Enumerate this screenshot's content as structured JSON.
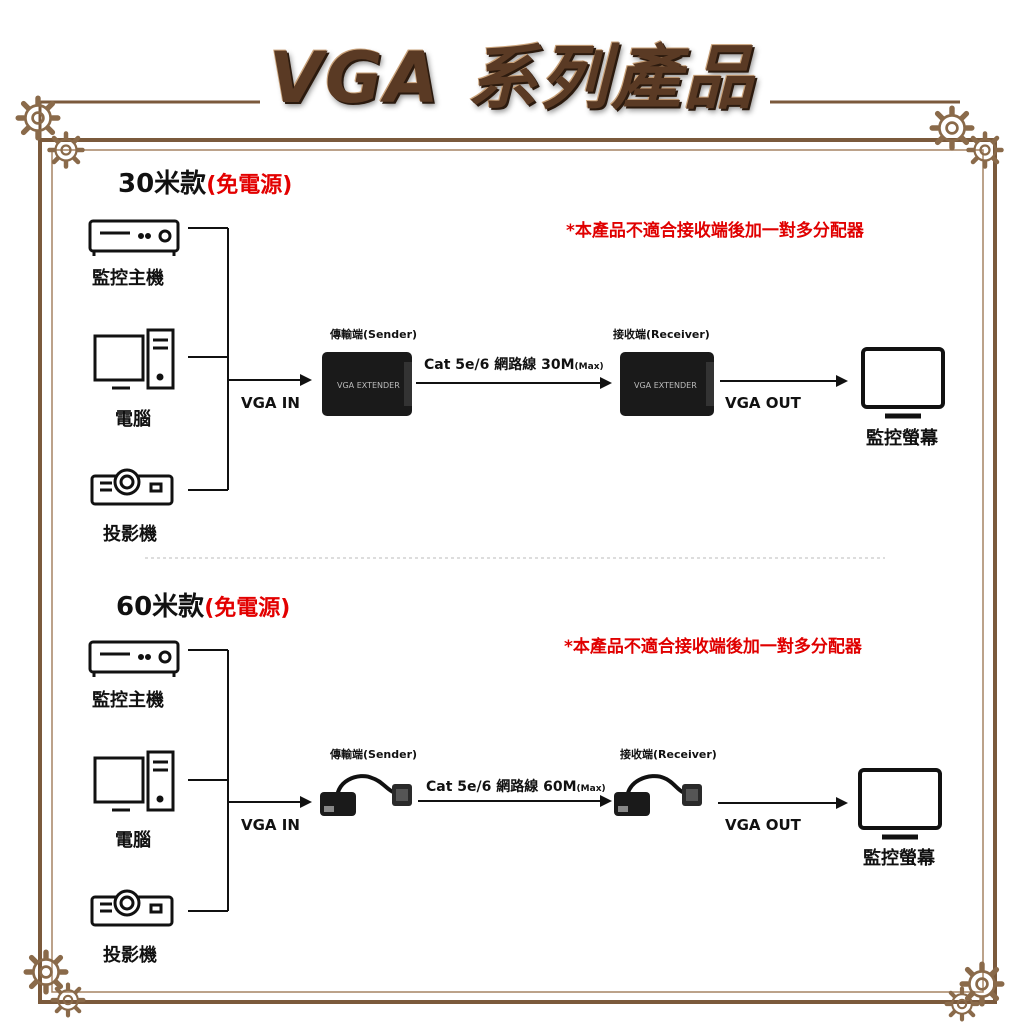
{
  "title": "VGA 系列產品",
  "colors": {
    "frame": "#7b5a3c",
    "title": "#5a3a24",
    "accent_red": "#e30000",
    "line": "#111111"
  },
  "sections": [
    {
      "title": "30米款",
      "title_note": "(免電源)",
      "note": "*本產品不適合接收端後加一對多分配器",
      "sources": [
        {
          "label": "監控主機",
          "icon": "dvr-icon"
        },
        {
          "label": "電腦",
          "icon": "computer-icon"
        },
        {
          "label": "投影機",
          "icon": "projector-icon"
        }
      ],
      "vga_in": "VGA IN",
      "sender_label": "傳輸端(Sender)",
      "receiver_label": "接收端(Receiver)",
      "device_text": "VGA EXTENDER",
      "cable_label": "Cat 5e/6 網路線 30M",
      "cable_max": "(Max)",
      "vga_out": "VGA OUT",
      "output_label": "監控螢幕"
    },
    {
      "title": "60米款",
      "title_note": "(免電源)",
      "note": "*本產品不適合接收端後加一對多分配器",
      "sources": [
        {
          "label": "監控主機",
          "icon": "dvr-icon"
        },
        {
          "label": "電腦",
          "icon": "computer-icon"
        },
        {
          "label": "投影機",
          "icon": "projector-icon"
        }
      ],
      "vga_in": "VGA IN",
      "sender_label": "傳輸端(Sender)",
      "receiver_label": "接收端(Receiver)",
      "cable_label": "Cat 5e/6 網路線 60M",
      "cable_max": "(Max)",
      "vga_out": "VGA OUT",
      "output_label": "監控螢幕"
    }
  ]
}
